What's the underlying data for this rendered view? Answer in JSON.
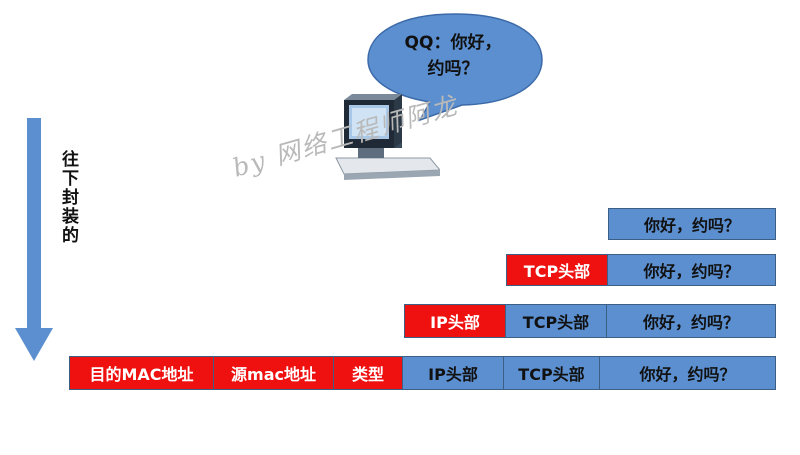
{
  "bubble": {
    "line1": "QQ：你好，",
    "line2": "约吗？"
  },
  "watermark": "by 网络工程师阿龙",
  "arrow_label": "往下封装的",
  "layers": {
    "row1": {
      "payload": "你好，约吗？"
    },
    "row2": {
      "tcp_header": "TCP头部",
      "payload": "你好，约吗？"
    },
    "row3": {
      "ip_header": "IP头部",
      "tcp_header": "TCP头部",
      "payload": "你好，约吗？"
    },
    "row4": {
      "dst_mac": "目的MAC地址",
      "src_mac": "源mac地址",
      "type": "类型",
      "ip_header": "IP头部",
      "tcp_header": "TCP头部",
      "payload": "你好，约吗？"
    }
  },
  "colors": {
    "header_red": "#ef1010",
    "segment_blue": "#5b8fd0",
    "arrow_blue": "#5b8fd0"
  }
}
